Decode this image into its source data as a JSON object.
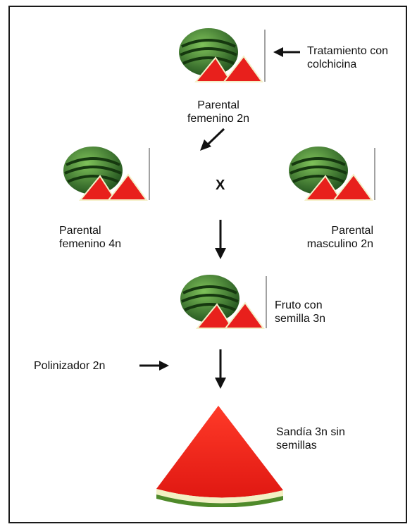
{
  "labels": {
    "treatment": "Tratamiento con\ncolchicina",
    "parent_female_2n": "Parental\nfemenino 2n",
    "parent_female_4n": "Parental\nfemenino 4n",
    "parent_male_2n": "Parental\nmasculino 2n",
    "cross_symbol": "X",
    "fruit_seed_3n": "Fruto con\nsemilla 3n",
    "pollinator_2n": "Polinizador 2n",
    "seedless_3n": "Sandía 3n sin\nsemillas"
  },
  "icons": {
    "watermelon": "watermelon-icon",
    "slice": "watermelon-slice-icon",
    "arrow": "arrow-icon"
  },
  "colors": {
    "rind_dark": "#1f5a1f",
    "rind_light": "#4f9a3a",
    "flesh": "#e8201c",
    "frame": "#1a1a1a"
  }
}
